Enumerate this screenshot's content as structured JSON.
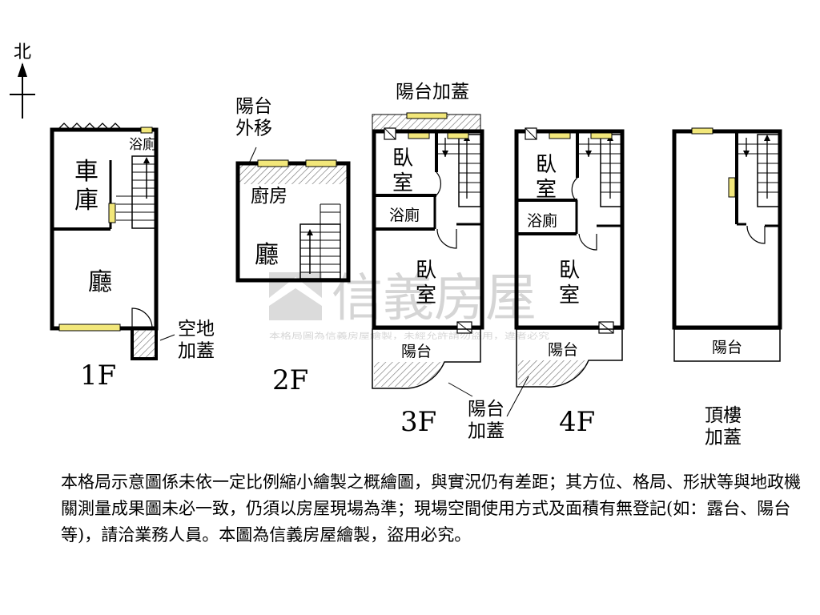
{
  "compass": {
    "north": "北"
  },
  "watermark": {
    "brand": "信義房屋",
    "notice": "本格局圖為信義房屋繪製，未經允許請勿盜用，違者必究"
  },
  "floors": {
    "f1": {
      "label": "1F",
      "garage": "車\n庫",
      "bath": "浴廁",
      "hall": "廳",
      "open_space_note": "空地\n加蓋"
    },
    "f2": {
      "label": "2F",
      "balcony_note": "陽台\n外移",
      "kitchen": "廚房",
      "hall": "廳"
    },
    "f3": {
      "label": "3F",
      "top_note": "陽台加蓋",
      "bedroom1": "臥\n室",
      "bath": "浴廁",
      "bedroom2": "臥\n室",
      "balcony": "陽台"
    },
    "f4": {
      "label": "4F",
      "bedroom1": "臥\n室",
      "bath": "浴廁",
      "bedroom2": "臥\n室",
      "balcony": "陽台"
    },
    "roof": {
      "label": "頂樓\n加蓋",
      "balcony": "陽台"
    }
  },
  "balcony_cover_note": "陽台\n加蓋",
  "disclaimer": "本格局示意圖係未依一定比例縮小繪製之概繪圖，與實況仍有差距；其方位、格局、形狀等與地政機關測量成果圖未必一致，仍須以房屋現場為準；現場空間使用方式及面積有無登記(如：露台、陽台等)，請洽業務人員。本圖為信義房屋繪製，盜用必究。"
}
